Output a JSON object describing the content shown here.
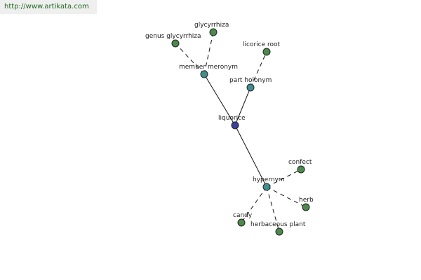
{
  "site_url": "http://www.artikata.com",
  "colors": {
    "background": "#ffffff",
    "edge": "#111111",
    "node_center": "#3a3f9a",
    "node_relation": "#3f8f8f",
    "node_leaf": "#4c8a4c",
    "url_text": "#1f6b1f",
    "url_bg": "#efefef"
  },
  "nodes": [
    {
      "id": "liquorice",
      "label": "liquorice",
      "kind": "center"
    },
    {
      "id": "member-meronym",
      "label": "member meronym",
      "kind": "relation"
    },
    {
      "id": "part-holonym",
      "label": "part holonym",
      "kind": "relation"
    },
    {
      "id": "hypernym",
      "label": "hypernym",
      "kind": "relation"
    },
    {
      "id": "glycyrrhiza",
      "label": "glycyrrhiza",
      "kind": "leaf"
    },
    {
      "id": "genus-glycyrrhiza",
      "label": "genus glycyrrhiza",
      "kind": "leaf"
    },
    {
      "id": "licorice-root",
      "label": "licorice root",
      "kind": "leaf"
    },
    {
      "id": "confect",
      "label": "confect",
      "kind": "leaf"
    },
    {
      "id": "herb",
      "label": "herb",
      "kind": "leaf"
    },
    {
      "id": "herbaceous-plant",
      "label": "herbaceous plant",
      "kind": "leaf"
    },
    {
      "id": "candy",
      "label": "candy",
      "kind": "leaf"
    }
  ],
  "edges": [
    {
      "from": "liquorice",
      "to": "member-meronym",
      "style": "solid"
    },
    {
      "from": "liquorice",
      "to": "part-holonym",
      "style": "solid"
    },
    {
      "from": "liquorice",
      "to": "hypernym",
      "style": "solid"
    },
    {
      "from": "member-meronym",
      "to": "glycyrrhiza",
      "style": "dashed"
    },
    {
      "from": "member-meronym",
      "to": "genus-glycyrrhiza",
      "style": "dashed"
    },
    {
      "from": "part-holonym",
      "to": "licorice-root",
      "style": "dashed"
    },
    {
      "from": "hypernym",
      "to": "confect",
      "style": "dashed"
    },
    {
      "from": "hypernym",
      "to": "herb",
      "style": "dashed"
    },
    {
      "from": "hypernym",
      "to": "herbaceous-plant",
      "style": "dashed"
    },
    {
      "from": "hypernym",
      "to": "candy",
      "style": "dashed"
    }
  ]
}
